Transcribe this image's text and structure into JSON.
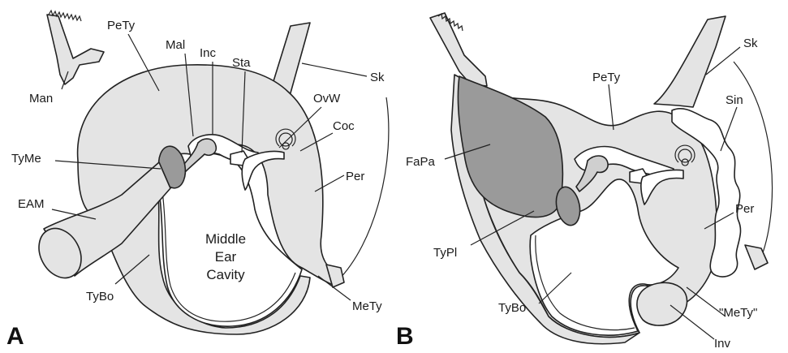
{
  "panels": [
    {
      "letter": "A",
      "labels": {
        "man": "Man",
        "pety": "PeTy",
        "mal": "Mal",
        "inc": "Inc",
        "sta": "Sta",
        "sk": "Sk",
        "ovw": "OvW",
        "coc": "Coc",
        "tyme": "TyMe",
        "per": "Per",
        "eam": "EAM",
        "tybo": "TyBo",
        "mety": "MeTy"
      },
      "cavity": [
        "Middle",
        "Ear",
        "Cavity"
      ]
    },
    {
      "letter": "B",
      "labels": {
        "pety": "PeTy",
        "sk": "Sk",
        "sin": "Sin",
        "fapa": "FaPa",
        "per": "Per",
        "typl": "TyPl",
        "tybo": "TyBo",
        "mety": "\"MeTy\"",
        "inv": "Inv"
      }
    }
  ],
  "colors": {
    "light": "#e4e4e4",
    "dark": "#9a9a9a",
    "line": "#222222"
  }
}
